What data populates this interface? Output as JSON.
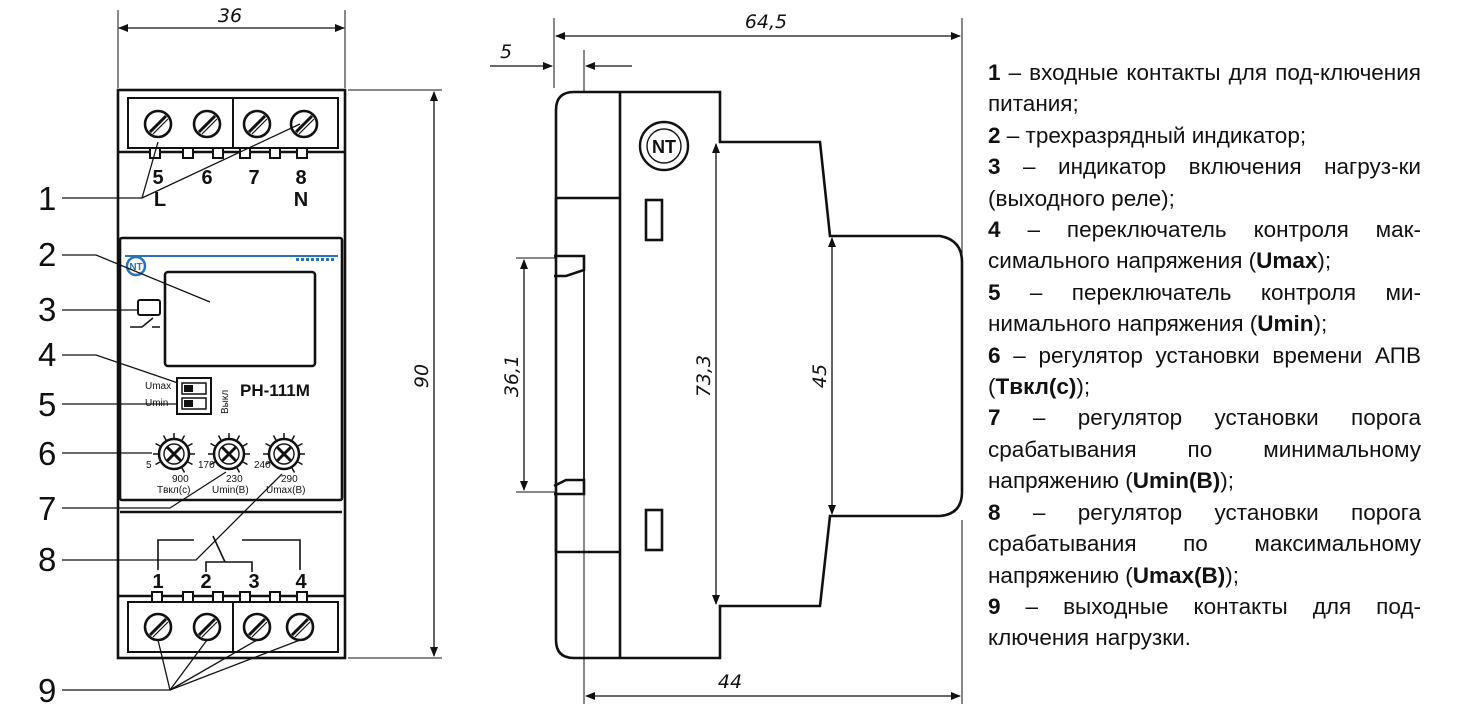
{
  "dimensions": {
    "front_width": "36",
    "front_height": "90",
    "side_width": "64,5",
    "side_offset": "5",
    "rail_height": "36,1",
    "body_height": "73,3",
    "front_panel_height": "45",
    "side_depth": "44"
  },
  "front": {
    "model": "РН-111М",
    "top_terminals": [
      "5",
      "6",
      "7",
      "8"
    ],
    "top_marks": [
      "L",
      "N"
    ],
    "bottom_terminals": [
      "1",
      "2",
      "3",
      "4"
    ],
    "switch_labels": [
      "Umax",
      "Umin"
    ],
    "switch_state": "Выкл",
    "knobs": [
      {
        "left": "5",
        "right": "",
        "bottom": "900",
        "label": "Tвкл(с)"
      },
      {
        "left": "170",
        "right": "",
        "bottom": "230",
        "label": "Umin(В)"
      },
      {
        "left": "240",
        "right": "",
        "bottom": "290",
        "label": "Umax(В)"
      }
    ]
  },
  "callouts": [
    "1",
    "2",
    "3",
    "4",
    "5",
    "6",
    "7",
    "8",
    "9"
  ],
  "legend": [
    {
      "num": "1",
      "text": " – входные контакты для под-ключения питания;"
    },
    {
      "num": "2",
      "text": " – трехразрядный индикатор;"
    },
    {
      "num": "3",
      "text": " – индикатор включения нагруз-ки (выходного реле);"
    },
    {
      "num": "4",
      "text": " – переключатель контроля мак-симального напряжения (",
      "bold": "Umax",
      "tail": ");"
    },
    {
      "num": "5",
      "text": " – переключатель контроля ми-нимального напряжения (",
      "bold": "Umin",
      "tail": ");"
    },
    {
      "num": "6",
      "text": " – регулятор установки времени АПВ (",
      "bold": "Tвкл(с)",
      "tail": ");"
    },
    {
      "num": "7",
      "text": " – регулятор установки порога срабатывания по минимальному напряжению (",
      "bold": "Umin(В)",
      "tail": ");"
    },
    {
      "num": "8",
      "text": " – регулятор установки порога срабатывания по максимальному напряжению (",
      "bold": "Umax(В)",
      "tail": ");"
    },
    {
      "num": "9",
      "text": " – выходные контакты для под-ключения нагрузки."
    }
  ]
}
